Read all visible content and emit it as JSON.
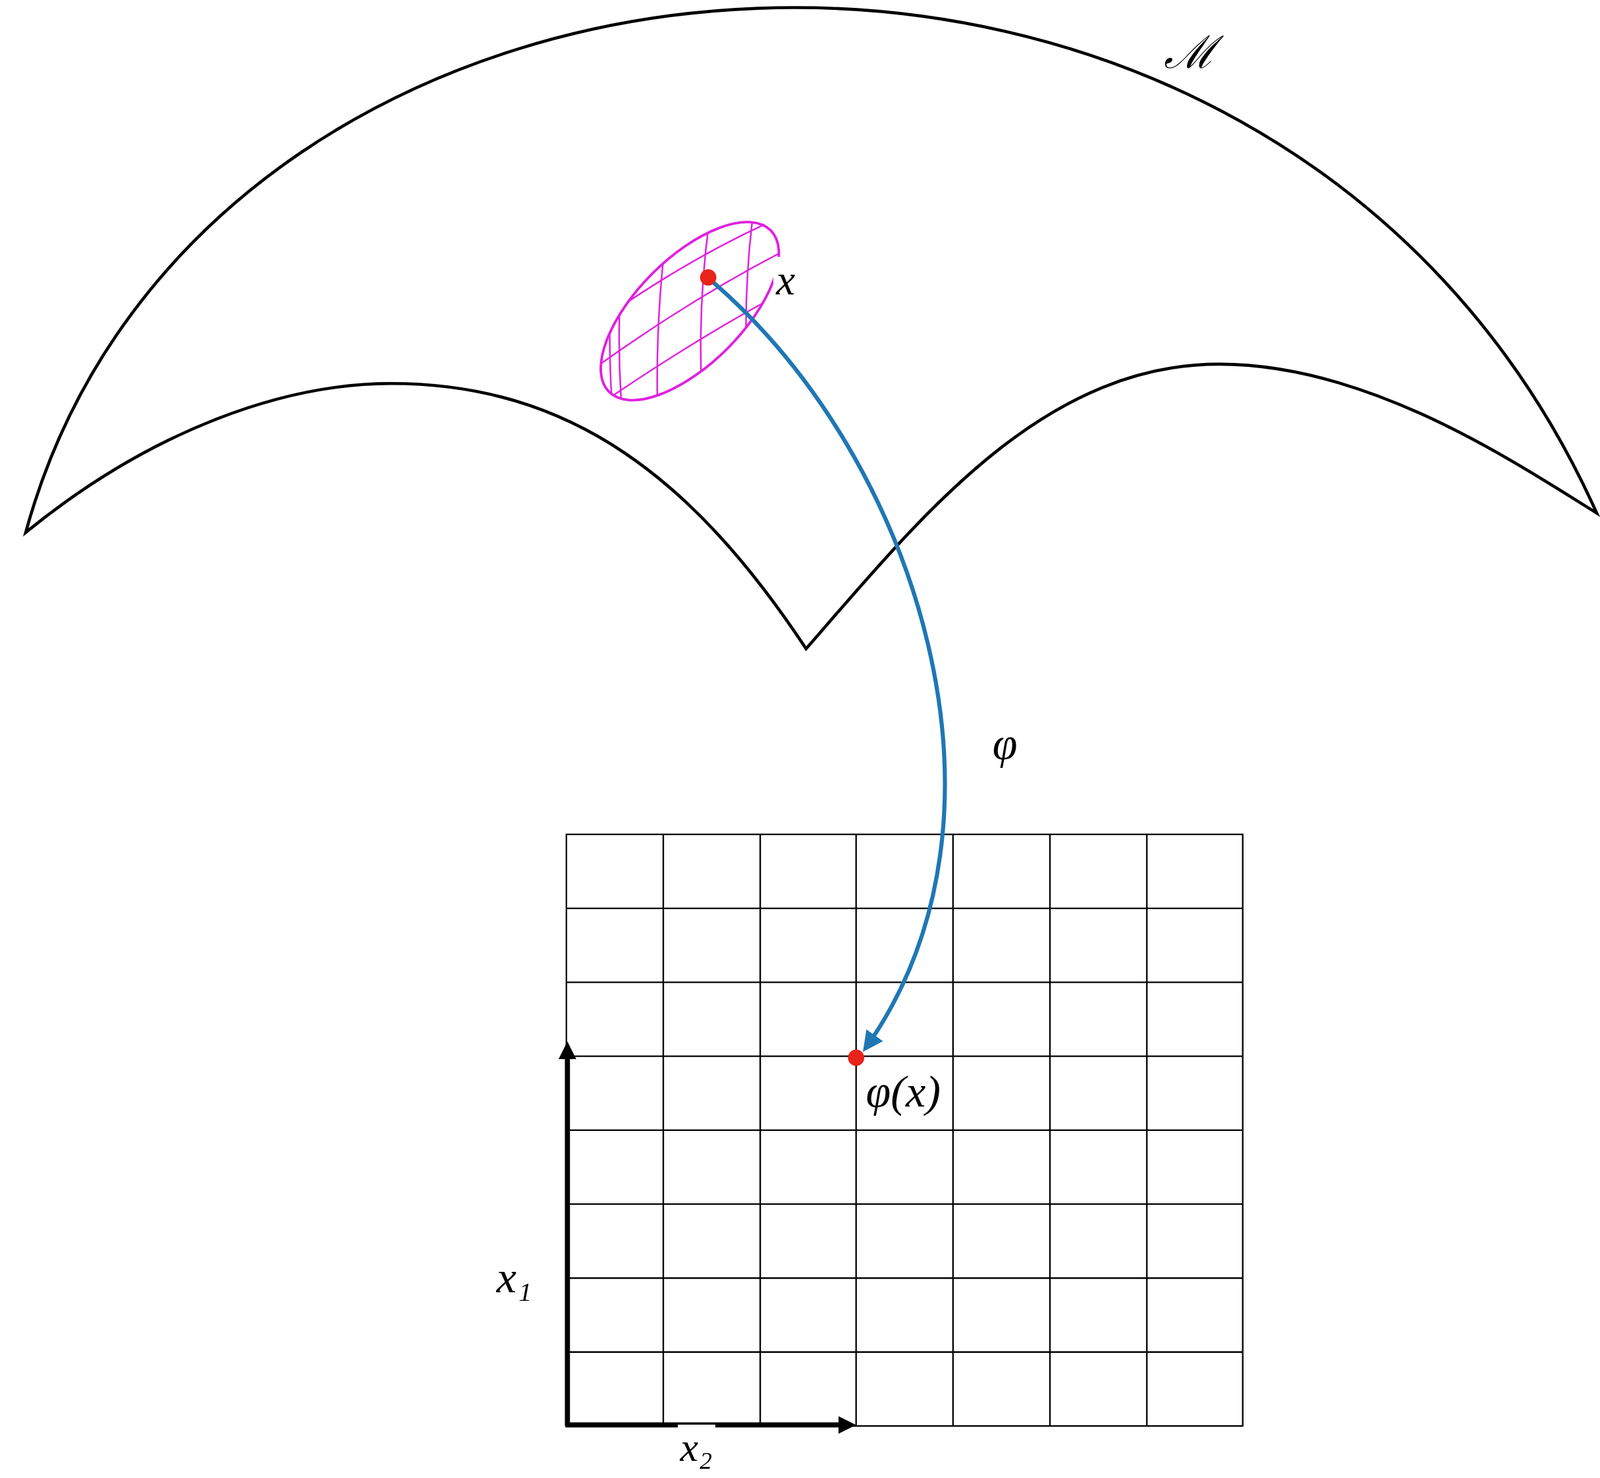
{
  "diagram": {
    "labels": [
      "ℳ",
      "x",
      "φ",
      "φ(x)",
      "x₁",
      "x₂"
    ]
  }
}
